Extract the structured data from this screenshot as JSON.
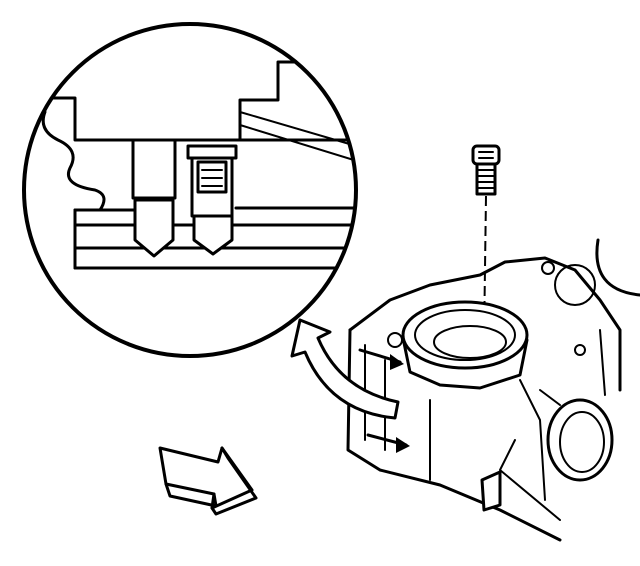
{
  "diagram": {
    "style": "black line-art technical illustration",
    "background": "#ffffff",
    "stroke": "#000000",
    "parts": [
      {
        "id": "detail-circle",
        "icon": "magnified-detail-view"
      },
      {
        "id": "fastener-bolt",
        "icon": "bolt-icon"
      },
      {
        "id": "housing",
        "icon": "engine-housing"
      },
      {
        "id": "callout-arrow",
        "icon": "curved-arrow-icon"
      },
      {
        "id": "direction-arrow",
        "icon": "block-arrow-icon"
      }
    ]
  }
}
